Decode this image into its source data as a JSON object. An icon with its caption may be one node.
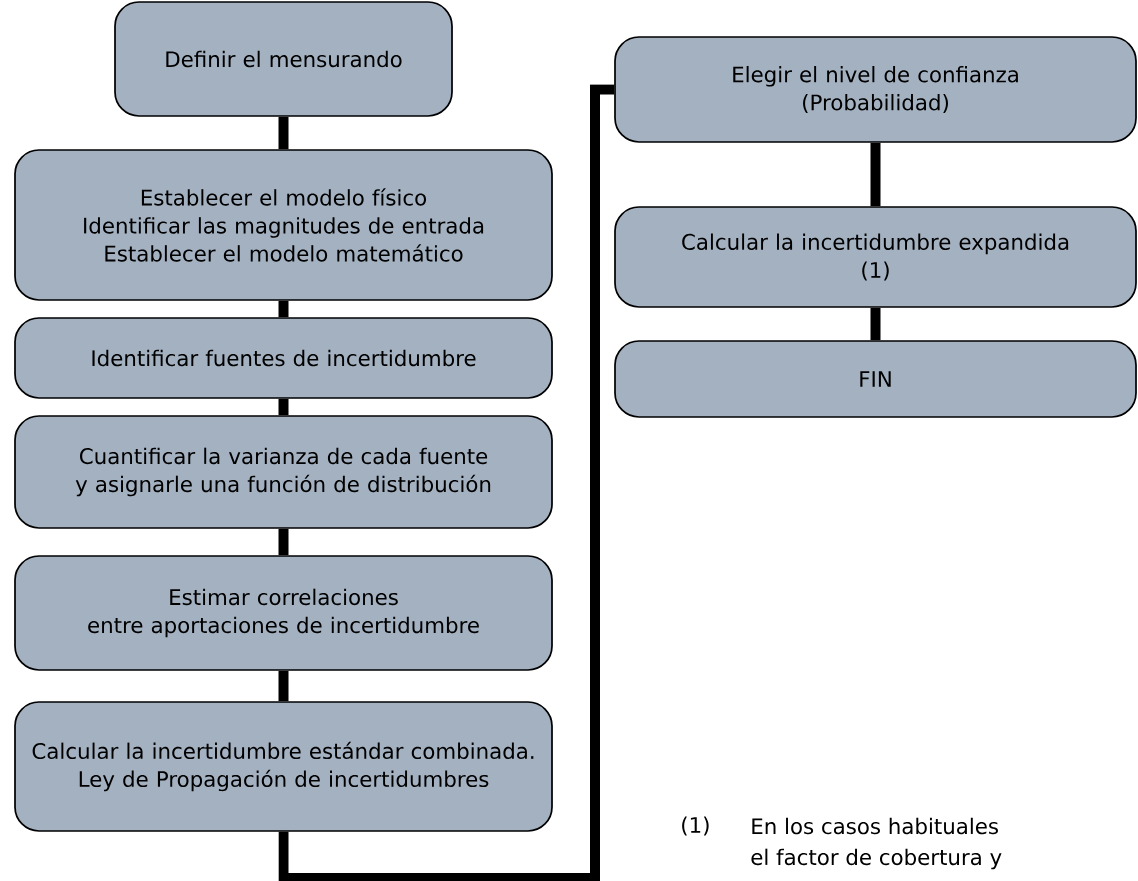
{
  "diagram": {
    "nodes": [
      {
        "text": [
          "Definir el mensurando"
        ]
      },
      {
        "text": [
          "Establecer el modelo físico",
          "Identificar las magnitudes de entrada",
          "Establecer el modelo matemático"
        ]
      },
      {
        "text": [
          "Identificar fuentes de incertidumbre"
        ]
      },
      {
        "text": [
          "Cuantificar la varianza de cada fuente y asignarle una función de distribución"
        ]
      },
      {
        "text": [
          "Estimar correlaciones",
          "entre aportaciones de incertidumbre"
        ]
      },
      {
        "text": [
          "Calcular la incertidumbre estándar combinada.",
          "Ley de Propagación de incertidumbres"
        ]
      },
      {
        "text": [
          "Elegir el nivel de confianza",
          "(Probabilidad)"
        ]
      },
      {
        "text": [
          "Calcular la incertidumbre expandida",
          "(1)"
        ]
      },
      {
        "text": [
          "FIN"
        ]
      }
    ],
    "edges": [
      {
        "from": 0,
        "to": 1,
        "arrow": "none"
      },
      {
        "from": 1,
        "to": 2,
        "arrow": "none"
      },
      {
        "from": 2,
        "to": 3,
        "arrow": "none"
      },
      {
        "from": 3,
        "to": 4,
        "arrow": "none"
      },
      {
        "from": 4,
        "to": 5,
        "arrow": "none"
      },
      {
        "from": 5,
        "to": 6,
        "arrow": "none"
      },
      {
        "from": 6,
        "to": 7,
        "arrow": "none"
      },
      {
        "from": 7,
        "to": 8,
        "arrow": "none"
      }
    ],
    "labels": [
      "(1)",
      "En los casos habituales",
      "el factor de cobertura y"
    ]
  }
}
